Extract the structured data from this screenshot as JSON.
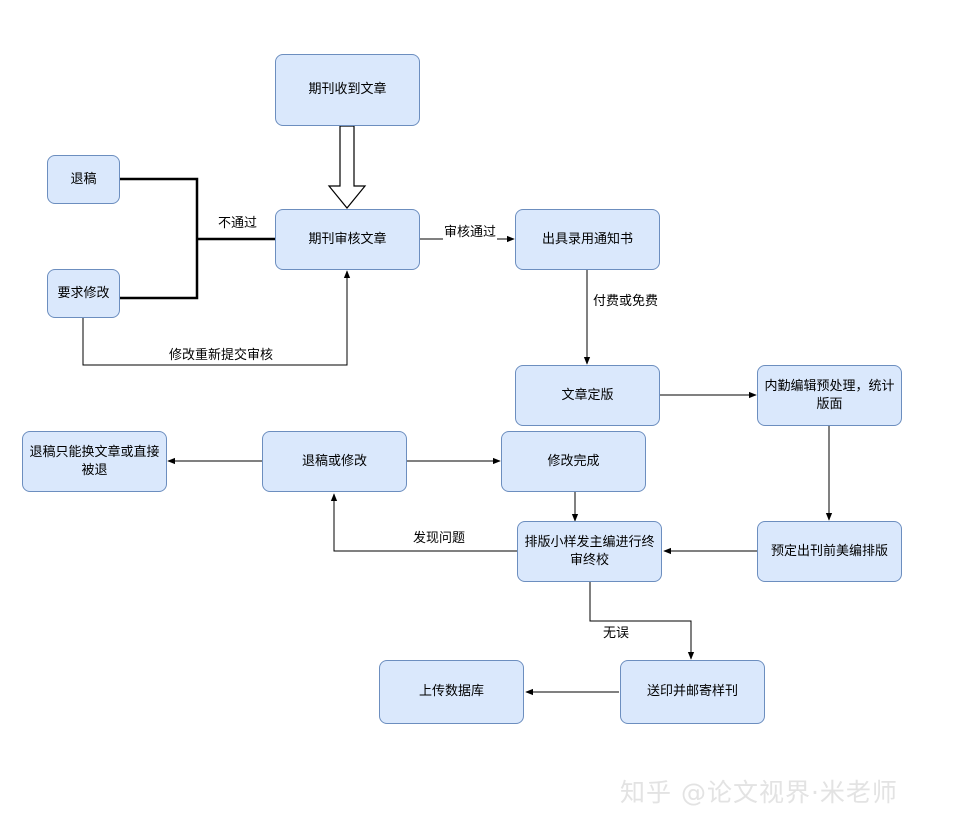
{
  "nodes": {
    "receive": "期刊收到文章",
    "review": "期刊审核文章",
    "reject": "退稿",
    "request_revision": "要求修改",
    "acceptance": "出具录用通知书",
    "finalize": "文章定版",
    "preprocess": "内勤编辑预处理，统计版面",
    "layout": "预定出刊前美编排版",
    "final_review": "排版小样发主编进行终审终校",
    "reject_or_revise": "退稿或修改",
    "revision_done": "修改完成",
    "reject_note": "退稿只能换文章或直接被退",
    "print_mail": "送印并邮寄样刊",
    "upload": "上传数据库"
  },
  "edges": {
    "not_passed": "不通过",
    "passed": "审核通过",
    "fee": "付费或免费",
    "resubmit": "修改重新提交审核",
    "issue_found": "发现问题",
    "no_error": "无误"
  },
  "watermark": "知乎 @论文视界·米老师"
}
